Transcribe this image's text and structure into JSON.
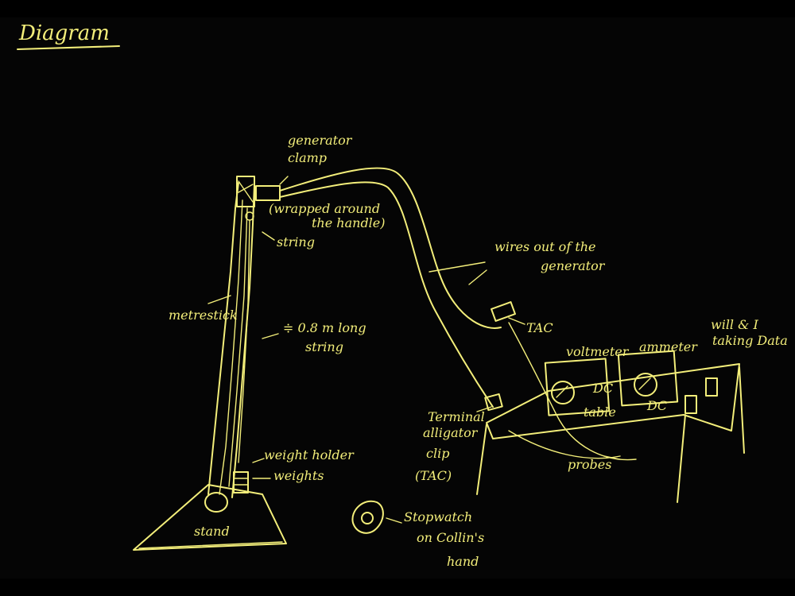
{
  "title": "Diagram",
  "labels": {
    "generator": "generator",
    "clamp": "clamp",
    "wrapped_1": "(wrapped around",
    "wrapped_2": "the handle)",
    "string": "string",
    "metrestick": "metrestick",
    "length_1": "≑ 0.8 m long",
    "length_2": "string",
    "wires_1": "wires out of the",
    "wires_2": "generator",
    "tac": "TAC",
    "voltmeter": "voltmeter",
    "ammeter": "ammeter",
    "will_1": "will & I",
    "will_2": "taking Data",
    "dc_1": "DC",
    "dc_2": "DC",
    "table": "table",
    "terminal_1": "Terminal",
    "terminal_2": "alligator",
    "terminal_3": "clip",
    "terminal_4": "(TAC)",
    "probes": "probes",
    "weight_holder": "weight holder",
    "weights": "weights",
    "stand": "stand",
    "stopwatch_1": "Stopwatch",
    "stopwatch_2": "on   Collin's",
    "stopwatch_3": "hand"
  },
  "colors": {
    "ink": "#f3ee7a",
    "paper": "#050505",
    "frame": "#000000"
  }
}
